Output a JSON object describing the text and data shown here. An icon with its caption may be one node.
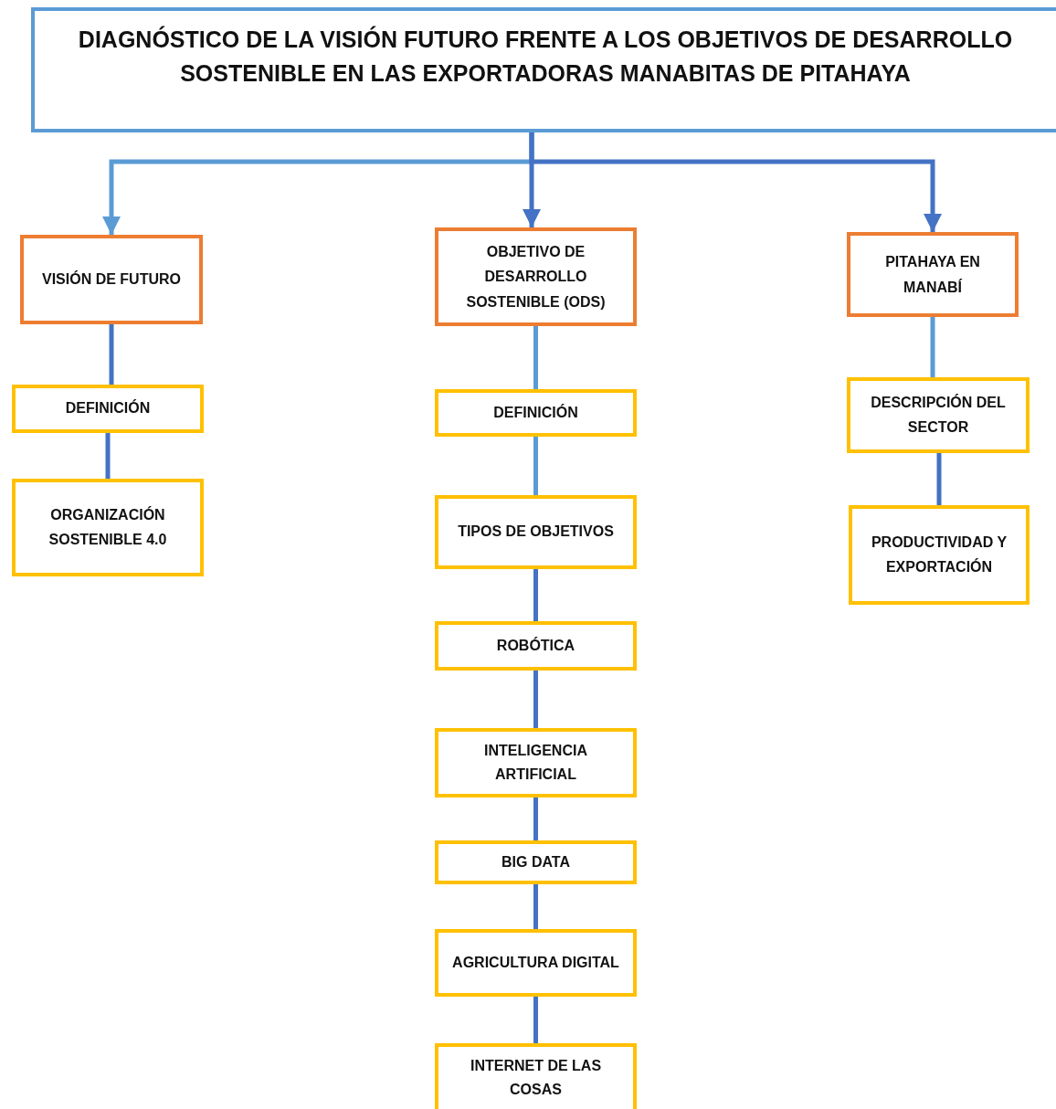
{
  "diagram": {
    "nodes": [
      {
        "text": [
          "DIAGNÓSTICO DE LA VISIÓN FUTURO FRENTE A LOS OBJETIVOS DE DESARROLLO SOSTENIBLE EN LAS EXPORTADORAS MANABITAS DE PITAHAYA"
        ]
      },
      {
        "text": [
          "VISIÓN DE FUTURO"
        ]
      },
      {
        "text": [
          "OBJETIVO DE DESARROLLO SOSTENIBLE (ODS)"
        ]
      },
      {
        "text": [
          "PITAHAYA EN MANABÍ"
        ]
      },
      {
        "text": [
          "DEFINICIÓN"
        ]
      },
      {
        "text": [
          "ORGANIZACIÓN SOSTENIBLE 4.0"
        ]
      },
      {
        "text": [
          "DEFINICIÓN"
        ]
      },
      {
        "text": [
          "TIPOS DE OBJETIVOS"
        ]
      },
      {
        "text": [
          "ROBÓTICA"
        ]
      },
      {
        "text": [
          "INTELIGENCIA ARTIFICIAL"
        ]
      },
      {
        "text": [
          "BIG DATA"
        ]
      },
      {
        "text": [
          "AGRICULTURA DIGITAL"
        ]
      },
      {
        "text": [
          "INTERNET DE LAS COSAS"
        ]
      },
      {
        "text": [
          "DESCRIPCIÓN DEL SECTOR"
        ]
      },
      {
        "text": [
          "PRODUCTIVIDAD Y EXPORTACIÓN"
        ]
      }
    ],
    "edges": [
      {
        "from": 0,
        "to": 1,
        "arrow": "to",
        "color": "#5b9bd5"
      },
      {
        "from": 0,
        "to": 2,
        "arrow": "to"
      },
      {
        "from": 0,
        "to": 3,
        "arrow": "to"
      },
      {
        "from": 1,
        "to": 4,
        "arrow": "none"
      },
      {
        "from": 4,
        "to": 5,
        "arrow": "none"
      },
      {
        "from": 2,
        "to": 6,
        "arrow": "none",
        "color": "#5b9bd5"
      },
      {
        "from": 6,
        "to": 7,
        "arrow": "none",
        "color": "#5b9bd5"
      },
      {
        "from": 7,
        "to": 8,
        "arrow": "none"
      },
      {
        "from": 8,
        "to": 9,
        "arrow": "none"
      },
      {
        "from": 9,
        "to": 10,
        "arrow": "none"
      },
      {
        "from": 10,
        "to": 11,
        "arrow": "none"
      },
      {
        "from": 11,
        "to": 12,
        "arrow": "none"
      },
      {
        "from": 3,
        "to": 13,
        "arrow": "none",
        "color": "#5b9bd5"
      },
      {
        "from": 13,
        "to": 14,
        "arrow": "none"
      }
    ]
  }
}
